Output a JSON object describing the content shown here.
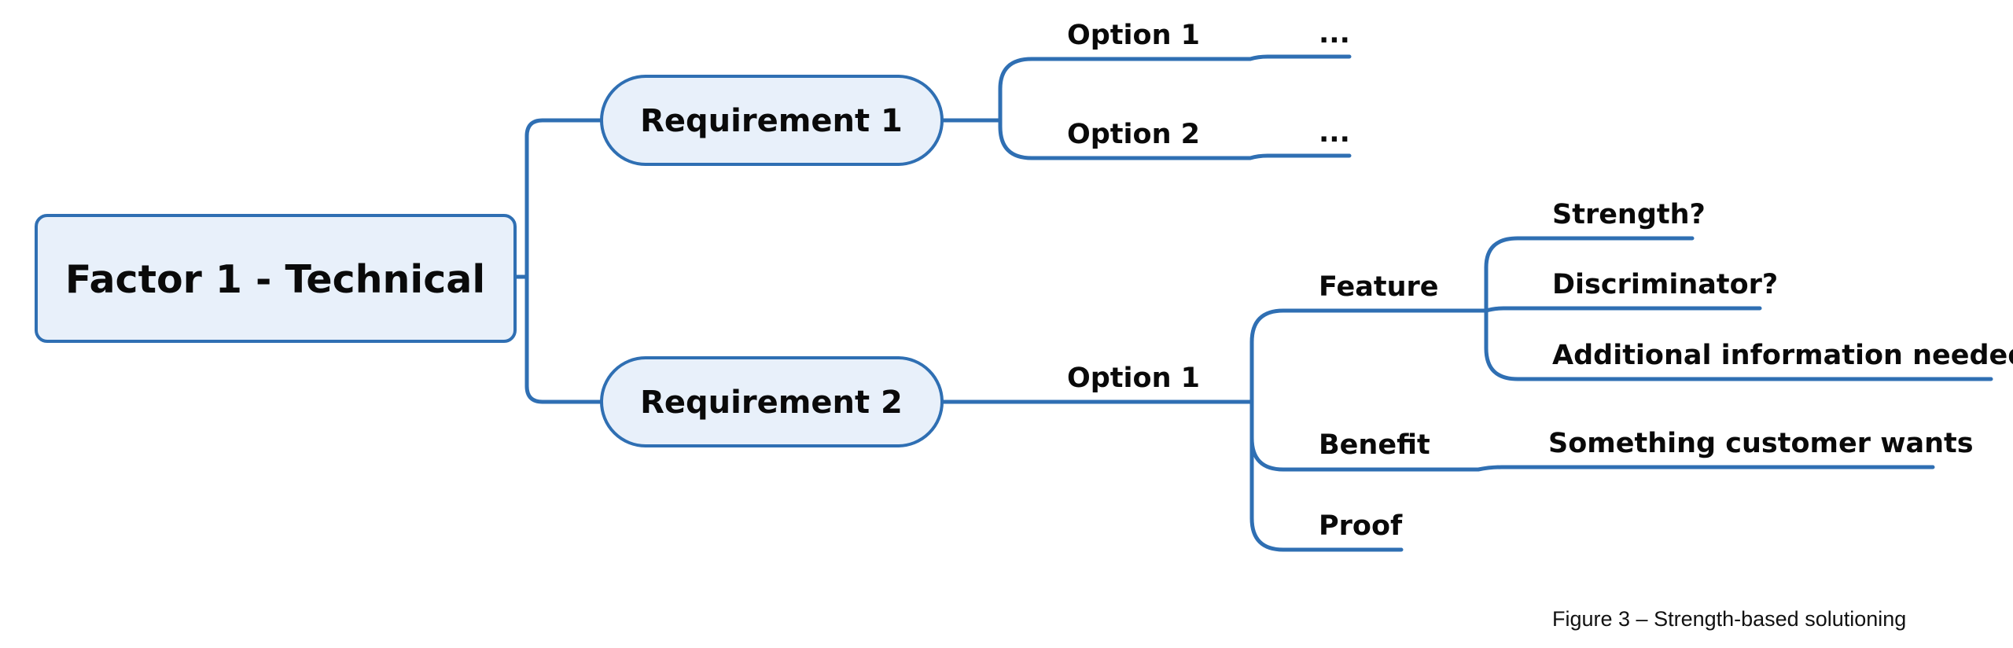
{
  "colors": {
    "line": "#2f6fb3",
    "box_fill": "#e8f0fa",
    "box_stroke": "#2f6fb3",
    "text": "#0a0a0a"
  },
  "mindmap": {
    "root": {
      "label": "Factor 1 - Technical"
    },
    "requirement_1": {
      "label": "Requirement 1",
      "option_1": {
        "label": "Option 1",
        "detail": "..."
      },
      "option_2": {
        "label": "Option 2",
        "detail": "..."
      }
    },
    "requirement_2": {
      "label": "Requirement 2",
      "option_1": {
        "label": "Option 1",
        "feature": {
          "label": "Feature",
          "strength": "Strength?",
          "discriminator": "Discriminator?",
          "additional_info": "Additional information needed"
        },
        "benefit": {
          "label": "Benefit",
          "customer_wants": "Something customer wants"
        },
        "proof": {
          "label": "Proof"
        }
      }
    }
  },
  "caption": "Figure 3 – Strength-based solutioning"
}
